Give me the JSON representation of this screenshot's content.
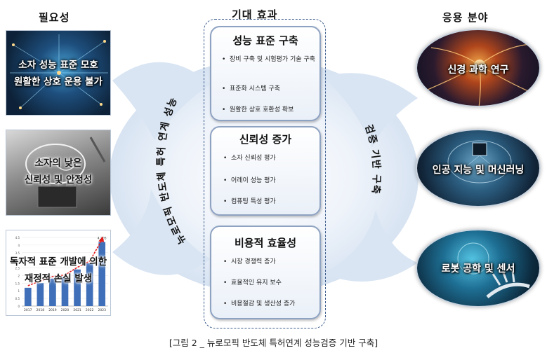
{
  "headings": {
    "need": "필요성",
    "effect": "기대 효과",
    "apps": "응용 분야"
  },
  "needs": [
    {
      "lines": [
        "소자 성능 표준 모호",
        "원활한 상호 운용 불가"
      ]
    },
    {
      "lines": [
        "소자의 낮은",
        "신뢰성 및 안정성"
      ]
    },
    {
      "lines": [
        "독자적 표준 개발에 의한",
        "재정적 손실 발생"
      ]
    }
  ],
  "mini_chart": {
    "type": "bar",
    "categories": [
      "2017",
      "2018",
      "2019",
      "2020",
      "2021",
      "2022",
      "2023"
    ],
    "values": [
      1.2,
      1.5,
      1.8,
      1.9,
      2.4,
      2.8,
      4.2
    ],
    "ylim": [
      0,
      4.5
    ],
    "yticks": [
      "0",
      "0.5",
      "1",
      "1.5",
      "2",
      "2.5",
      "3",
      "3.5",
      "4",
      "4.5"
    ],
    "top_label": "4,205",
    "bar_color": "#3f6fb8",
    "trend_color": "#e21a1a"
  },
  "left_arc_label": "뉴로모픽 반도체 특허 연계 성능",
  "right_arc_label": "검증 기반 구축",
  "effects": [
    {
      "title": "성능 표준 구축",
      "items": [
        "장비 구축 및 시험평가 기술 구축",
        "표준화 시스템 구축",
        "원활한 상호 호환성 확보"
      ]
    },
    {
      "title": "신뢰성 증가",
      "items": [
        "소자 신뢰성 평가",
        "어레이 성능 평가",
        "컴퓨팅 특성 평가"
      ]
    },
    {
      "title": "비용적 효율성",
      "items": [
        "시장 경쟁력 증가",
        "효율적인 유지 보수",
        "비용절감 및 생산성 증가"
      ]
    }
  ],
  "apps": [
    {
      "label": "신경 과학 연구"
    },
    {
      "label": "인공 지능 및 머신러닝"
    },
    {
      "label": "로봇 공학 및 센서"
    }
  ],
  "colors": {
    "swoosh": "#dce7f4",
    "frame": "#3a5a8a",
    "box_border": "#8ea2c2"
  },
  "caption": "[그림 2 _ 뉴로모픽 반도체 특허연계 성능검증 기반 구축]"
}
